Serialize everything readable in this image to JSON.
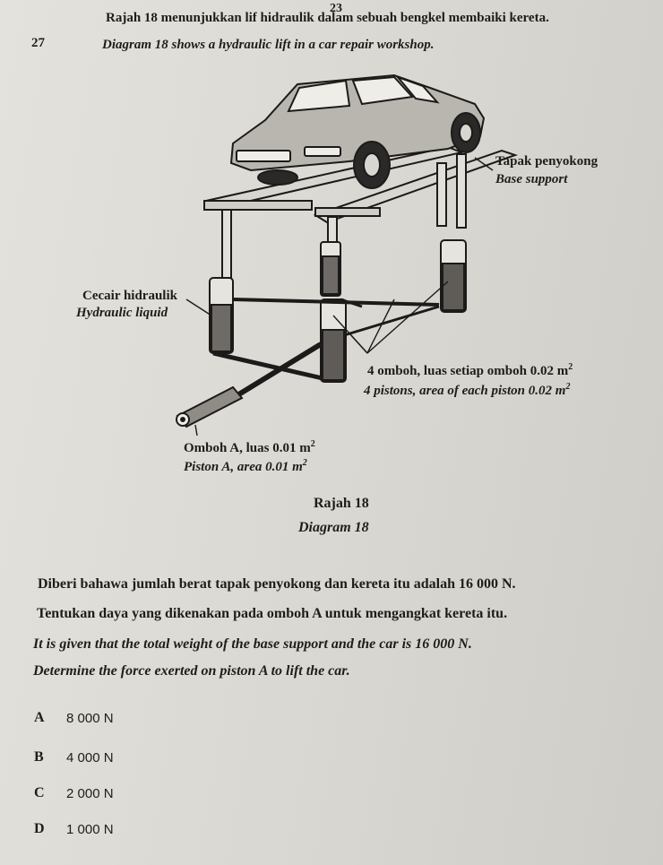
{
  "page_number": "23",
  "question": {
    "number": "27",
    "text_ms": "Rajah 18 menunjukkan lif hidraulik dalam sebuah bengkel membaiki kereta.",
    "text_en": "Diagram 18 shows a hydraulic lift in a car repair workshop."
  },
  "diagram": {
    "base_support_ms": "Tapak penyokong",
    "base_support_en": "Base support",
    "liquid_ms": "Cecair hidraulik",
    "liquid_en": "Hydraulic liquid",
    "pistons_ms_prefix": "4 omboh, luas setiap omboh 0.02 m",
    "pistons_en_prefix": "4 pistons, area of each piston 0.02 m",
    "piston_a_ms_prefix": "Omboh A, luas 0.01 m",
    "piston_a_en_prefix": "Piston A, area 0.01 m",
    "exponent": "2",
    "caption_ms": "Rajah 18",
    "caption_en": "Diagram 18"
  },
  "body": {
    "given_ms": "Diberi bahawa jumlah berat tapak penyokong dan kereta itu adalah 16 000 N.",
    "determine_ms": "Tentukan daya yang dikenakan pada omboh A untuk mengangkat kereta itu.",
    "given_en": "It is given that the total weight of the base support and the car is 16 000 N.",
    "determine_en": "Determine the force exerted on piston A to lift the car."
  },
  "options": [
    {
      "letter": "A",
      "text": "8 000 N"
    },
    {
      "letter": "B",
      "text": "4 000 N"
    },
    {
      "letter": "C",
      "text": "2 000 N"
    },
    {
      "letter": "D",
      "text": "1 000 N"
    }
  ]
}
